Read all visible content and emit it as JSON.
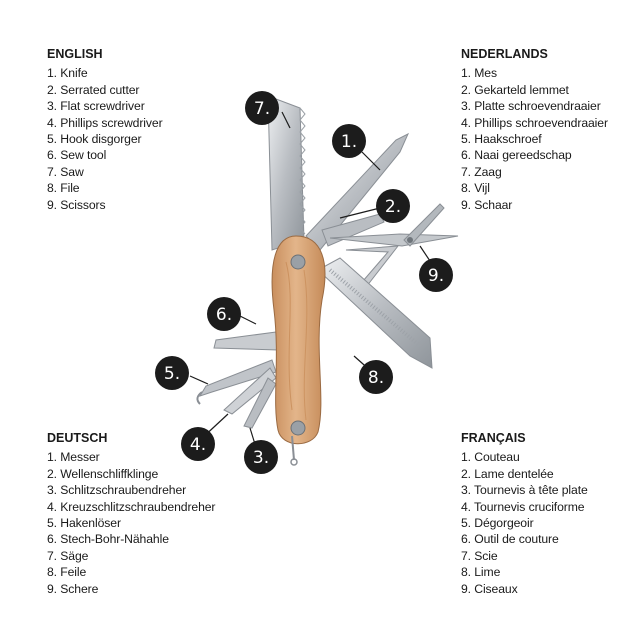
{
  "legends": {
    "en": {
      "heading": "ENGLISH",
      "items": [
        "1. Knife",
        "2. Serrated cutter",
        "3. Flat screwdriver",
        "4. Phillips screwdriver",
        "5. Hook disgorger",
        "6. Sew tool",
        "7. Saw",
        "8. File",
        "9. Scissors"
      ]
    },
    "nl": {
      "heading": "NEDERLANDS",
      "items": [
        "1. Mes",
        "2. Gekarteld lemmet",
        "3. Platte schroevendraaier",
        "4. Phillips schroevendraaier",
        "5. Haakschroef",
        "6. Naai gereedschap",
        "7. Zaag",
        "8. Vijl",
        "9. Schaar"
      ]
    },
    "de": {
      "heading": "DEUTSCH",
      "items": [
        "1. Messer",
        "2. Wellenschliffklinge",
        "3. Schlitzschraubendreher",
        "4. Kreuzschlitzschraubendreher",
        "5. Hakenlöser",
        "6. Stech-Bohr-Nähahle",
        "7. Säge",
        "8. Feile",
        "9. Schere"
      ]
    },
    "fr": {
      "heading": "FRANÇAIS",
      "items": [
        "1. Couteau",
        "2. Lame dentelée",
        "3. Tournevis à tête plate",
        "4. Tournevis cruciforme",
        "5. Dégorgeoir",
        "6. Outil de couture",
        "7. Scie",
        "8. Lime",
        "9. Ciseaux"
      ]
    }
  },
  "callouts": [
    "1.",
    "2.",
    "3.",
    "4.",
    "5.",
    "6.",
    "7.",
    "8.",
    "9."
  ],
  "colors": {
    "callout_fill": "#1c1c1c",
    "handle_wood": "#d9a679",
    "steel": "#c9ccd0",
    "text": "#1a1a1a"
  }
}
